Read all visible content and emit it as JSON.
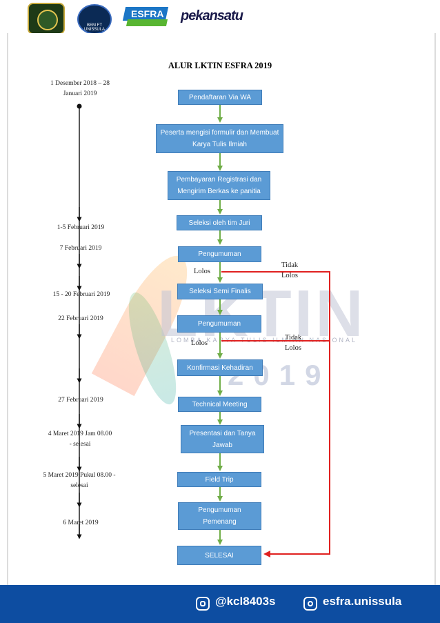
{
  "header": {
    "logo2_text": "BEM FT UNISSULA",
    "logo3_text": "ESFRA",
    "logo4_text": "pekansatu"
  },
  "title": "ALUR LKTIN ESFRA 2019",
  "watermark": {
    "main": "LKTIN",
    "sub": "LOMBA KARYA TULIS ILMIAH NASIONAL",
    "year": "2019"
  },
  "steps": [
    "Pendaftaran Via WA",
    "Peserta mengisi formulir dan Membuat Karya Tulis Ilmiah",
    "Pembayaran Registrasi dan Mengirim Berkas ke panitia",
    "Seleksi oleh tim Juri",
    "Pengumuman",
    "Seleksi Semi Finalis",
    "Pengumuman",
    "Konfirmasi Kehadiran",
    "Technical Meeting",
    "Presentasi dan Tanya Jawab",
    "Field Trip",
    "Pengumuman Pemenang",
    "SELESAI"
  ],
  "branch_labels": {
    "lolos_1": "Lolos",
    "tidak_lolos_1": "Tidak Lolos",
    "lolos_2": "Lolos",
    "tidak_lolos_2": "Tidak Lolos"
  },
  "timeline": [
    "1 Desember 2018 – 28 Januari 2019",
    "1-5 Februari  2019",
    "7 Februari  2019",
    "15 - 20 Februari  2019",
    "22 Februari  2019",
    "27 Februari  2019",
    "4 Maret 2019 Jam 08.00 - selesai",
    "5 Maret 2019 Pukul 08.00 - selesai",
    "6 Maret 2019"
  ],
  "footer": {
    "line_handle": "@kcl8403s",
    "instagram_handle": "esfra.unissula"
  },
  "colors": {
    "box_fill": "#5b9bd5",
    "arrow_green": "#70ad47",
    "reject_red": "#e0201f",
    "footer_blue": "#0d4da1"
  }
}
